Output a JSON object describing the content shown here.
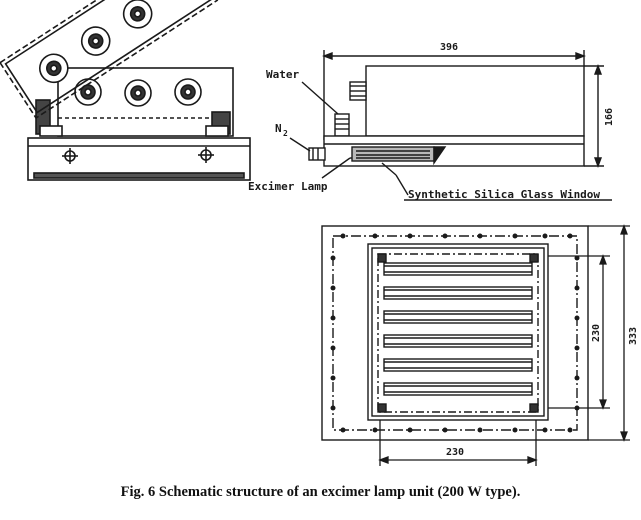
{
  "figure": {
    "caption": "Fig. 6  Schematic structure of an excimer lamp unit (200 W type)."
  },
  "labels": {
    "water": "Water",
    "nitrogen": "N",
    "nitrogen_subscript": "2",
    "excimer_lamp": "Excimer Lamp",
    "window": "Synthetic Silica Glass Window"
  },
  "dimensions": {
    "side_length": "396",
    "side_height": "166",
    "plan_outer_height": "333",
    "plan_inner_height": "230",
    "plan_inner_width": "230"
  },
  "colors": {
    "ink": "#1a1a1a",
    "paper": "#ffffff",
    "window_fill": "#b9b9b9"
  }
}
